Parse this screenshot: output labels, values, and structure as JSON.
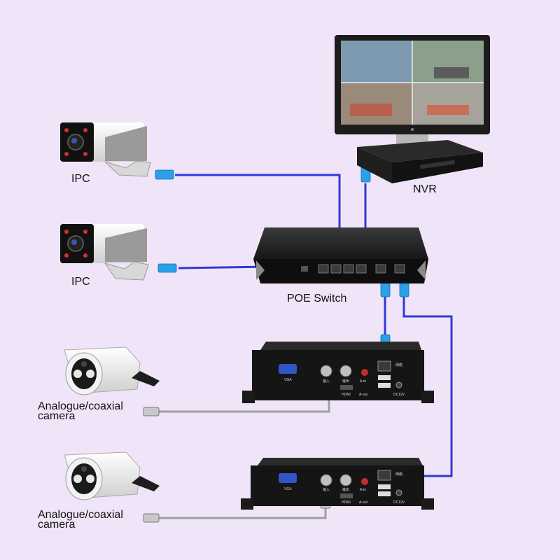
{
  "labels": {
    "ipc_top": "IPC",
    "ipc_bottom": "IPC",
    "nvr": "NVR",
    "poe_switch": "POE Switch",
    "analog_top_line1": "Analogue/coaxial",
    "analog_top_line2": "camera",
    "analog_bottom_line1": "Analogue/coaxial",
    "analog_bottom_line2": "camera"
  },
  "encoder_ports": {
    "vga": "VGA",
    "bnc_in": "输入",
    "bnc_out": "输出",
    "hdmi": "HDMI",
    "aout": "A-out",
    "ain": "A-in",
    "net": "网络",
    "dc": "DC12V"
  },
  "colors": {
    "background": "#f0e4f8",
    "network_cable": "#2f3ad6",
    "coax_cable": "#9aa0a0",
    "device_body": "#1b1b1b",
    "rj45_blue": "#2aa0e8"
  }
}
